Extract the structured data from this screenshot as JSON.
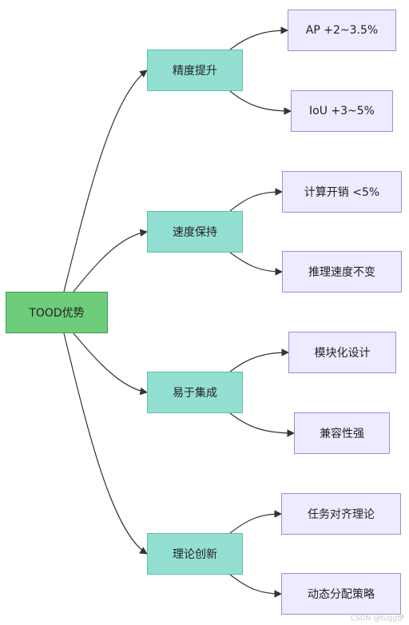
{
  "colors": {
    "root_fill": "#6dcd7a",
    "branch_fill": "#93dfd2",
    "leaf_fill": "#ecebff",
    "leaf_border": "#9a8fd6",
    "edge": "#333333"
  },
  "root": {
    "label": "TOOD优势"
  },
  "branches": [
    {
      "label": "精度提升",
      "children": [
        "AP +2~3.5%",
        "IoU +3~5%"
      ]
    },
    {
      "label": "速度保持",
      "children": [
        "计算开销 <5%",
        "推理速度不变"
      ]
    },
    {
      "label": "易于集成",
      "children": [
        "模块化设计",
        "兼容性强"
      ]
    },
    {
      "label": "理论创新",
      "children": [
        "任务对齐理论",
        "动态分配策略"
      ]
    }
  ],
  "watermark": "CSDN @tugg伊"
}
